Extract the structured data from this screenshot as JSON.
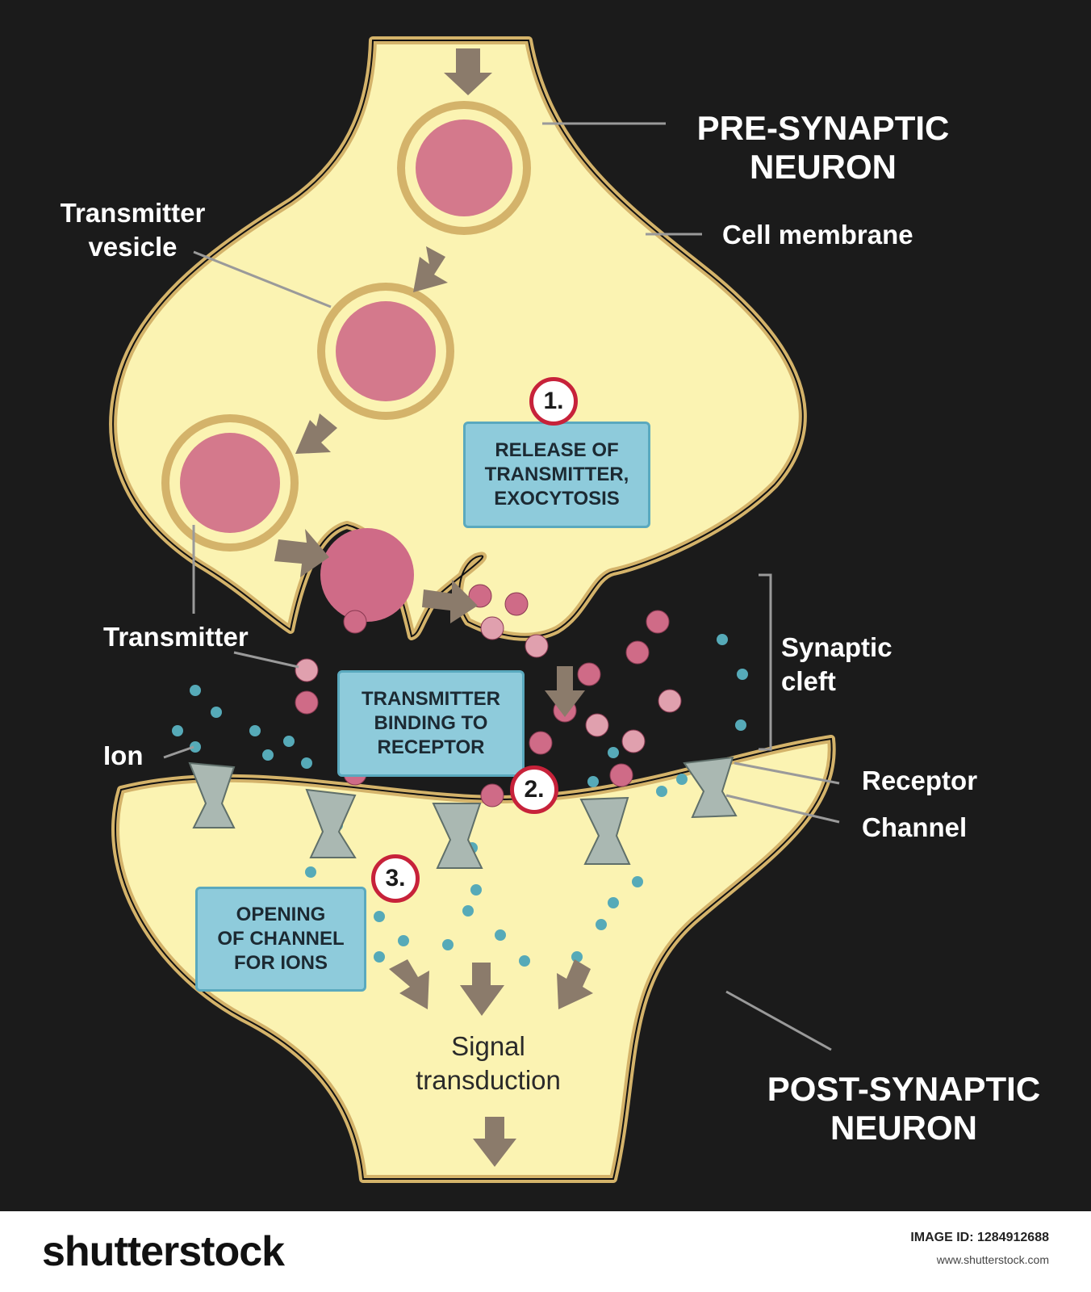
{
  "labels": {
    "pre_synaptic": "PRE-SYNAPTIC\nNEURON",
    "cell_membrane": "Cell membrane",
    "transmitter_vesicle": "Transmitter\nvesicle",
    "transmitter": "Transmitter",
    "synaptic_cleft": "Synaptic\ncleft",
    "ion": "Ion",
    "receptor": "Receptor",
    "channel": "Channel",
    "post_synaptic": "POST-SYNAPTIC\nNEURON",
    "signal_transduction": "Signal\ntransduction"
  },
  "steps": [
    {
      "number": "1.",
      "text": "RELEASE OF\nTRANSMITTER,\nEXOCYTOSIS"
    },
    {
      "number": "2.",
      "text": "TRANSMITTER\nBINDING TO\nRECEPTOR"
    },
    {
      "number": "3.",
      "text": "OPENING\nOF CHANNEL\nFOR IONS"
    }
  ],
  "footer": {
    "logo": "shutterstock",
    "image_id": "IMAGE ID: 1284912688",
    "url": "www.shutterstock.com"
  },
  "colors": {
    "background": "#1b1b1b",
    "cytoplasm": "#fbf3b2",
    "membrane": "#d4b36a",
    "transmitter": "#cf6b87",
    "ion": "#56aab8",
    "step_box": "#8ecbdb",
    "badge_ring": "#c7223a",
    "arrow": "#8b7b6b"
  }
}
